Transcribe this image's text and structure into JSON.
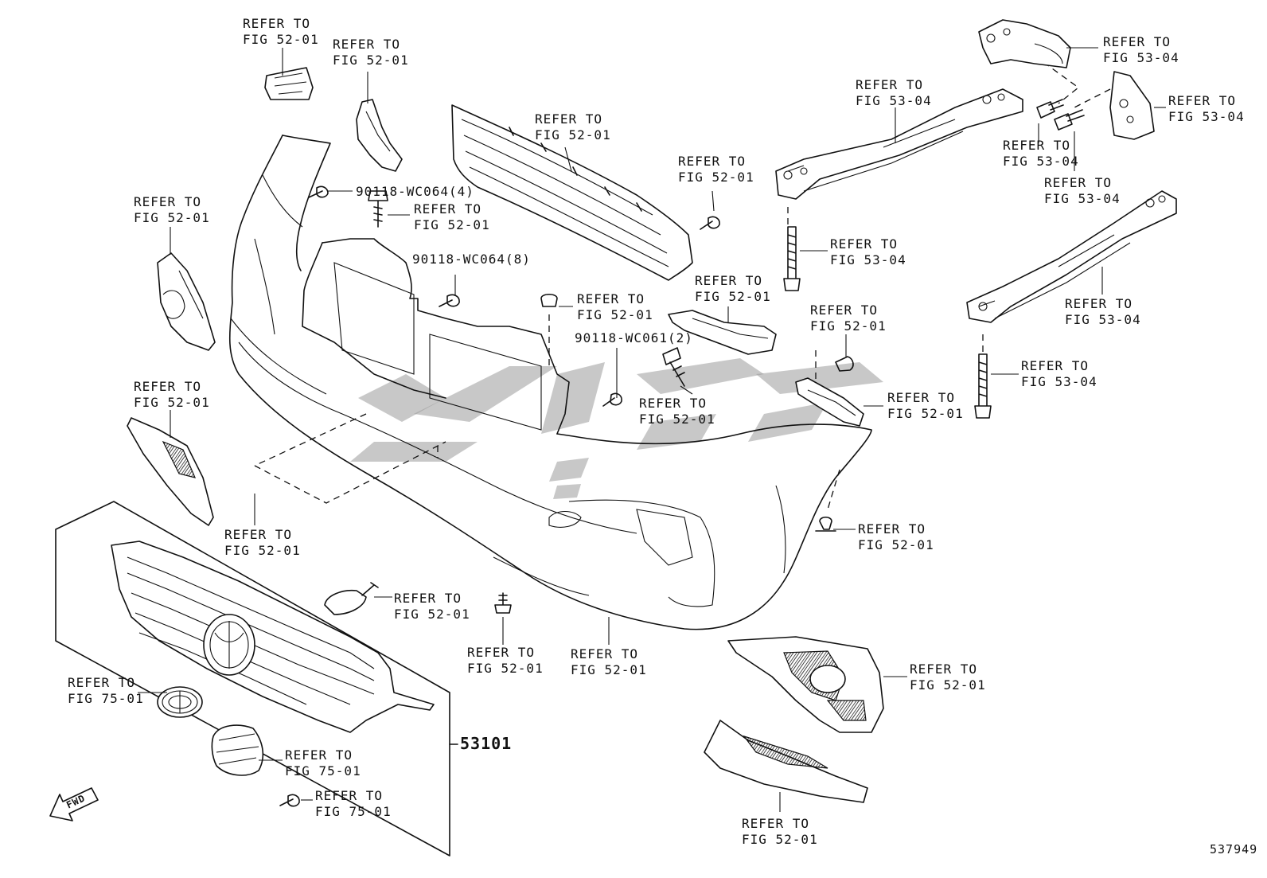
{
  "diagram": {
    "reference_number": "537949",
    "direction_arrow": "FWD",
    "labels": [
      {
        "id": "top-left-clip",
        "line1": "REFER TO",
        "line2": "FIG 52-01"
      },
      {
        "id": "top-bracket",
        "line1": "REFER TO",
        "line2": "FIG 52-01"
      },
      {
        "id": "upper-grille",
        "line1": "REFER TO",
        "line2": "FIG 52-01"
      },
      {
        "id": "grille-screw",
        "line1": "REFER TO",
        "line2": "FIG 52-01"
      },
      {
        "id": "left-retainer",
        "line1": "REFER TO",
        "line2": "FIG 52-01"
      },
      {
        "id": "bolt-upper",
        "line1": "REFER TO",
        "line2": "FIG 52-01"
      },
      {
        "id": "clip-center",
        "line1": "REFER TO",
        "line2": "FIG 52-01"
      },
      {
        "id": "right-support",
        "line1": "REFER TO",
        "line2": "FIG 52-01"
      },
      {
        "id": "left-lower-bracket",
        "line1": "REFER TO",
        "line2": "FIG 52-01"
      },
      {
        "id": "bolt-center",
        "line1": "REFER TO",
        "line2": "FIG 52-01"
      },
      {
        "id": "right-screw",
        "line1": "REFER TO",
        "line2": "FIG 52-01"
      },
      {
        "id": "right-retainer",
        "line1": "REFER TO",
        "line2": "FIG 52-01"
      },
      {
        "id": "left-nut",
        "line1": "REFER TO",
        "line2": "FIG 52-01"
      },
      {
        "id": "right-clip",
        "line1": "REFER TO",
        "line2": "FIG 52-01"
      },
      {
        "id": "tow-cap",
        "line1": "REFER TO",
        "line2": "FIG 52-01"
      },
      {
        "id": "lower-bolt",
        "line1": "REFER TO",
        "line2": "FIG 52-01"
      },
      {
        "id": "bumper-cover",
        "line1": "REFER TO",
        "line2": "FIG 52-01"
      },
      {
        "id": "fog-bezel",
        "line1": "REFER TO",
        "line2": "FIG 52-01"
      },
      {
        "id": "lower-cover",
        "line1": "REFER TO",
        "line2": "FIG 52-01"
      },
      {
        "id": "top-plate",
        "line1": "REFER TO",
        "line2": "FIG 53-04"
      },
      {
        "id": "upper-arm",
        "line1": "REFER TO",
        "line2": "FIG 53-04"
      },
      {
        "id": "side-bracket",
        "line1": "REFER TO",
        "line2": "FIG 53-04"
      },
      {
        "id": "bolt-a",
        "line1": "REFER TO",
        "line2": "FIG 53-04"
      },
      {
        "id": "bolt-b",
        "line1": "REFER TO",
        "line2": "FIG 53-04"
      },
      {
        "id": "long-bolt-left",
        "line1": "REFER TO",
        "line2": "FIG 53-04"
      },
      {
        "id": "lower-arm",
        "line1": "REFER TO",
        "line2": "FIG 53-04"
      },
      {
        "id": "long-bolt-right",
        "line1": "REFER TO",
        "line2": "FIG 53-04"
      },
      {
        "id": "emblem",
        "line1": "REFER TO",
        "line2": "FIG 75-01"
      },
      {
        "id": "emblem-plate",
        "line1": "REFER TO",
        "line2": "FIG 75-01"
      },
      {
        "id": "emblem-screw",
        "line1": "REFER TO",
        "line2": "FIG 75-01"
      }
    ],
    "part_numbers": [
      {
        "id": "screw-4",
        "text": "90118-WC064(4)"
      },
      {
        "id": "screw-8",
        "text": "90118-WC064(8)"
      },
      {
        "id": "screw-2",
        "text": "90118-WC061(2)"
      }
    ],
    "assembly_number": "53101"
  }
}
